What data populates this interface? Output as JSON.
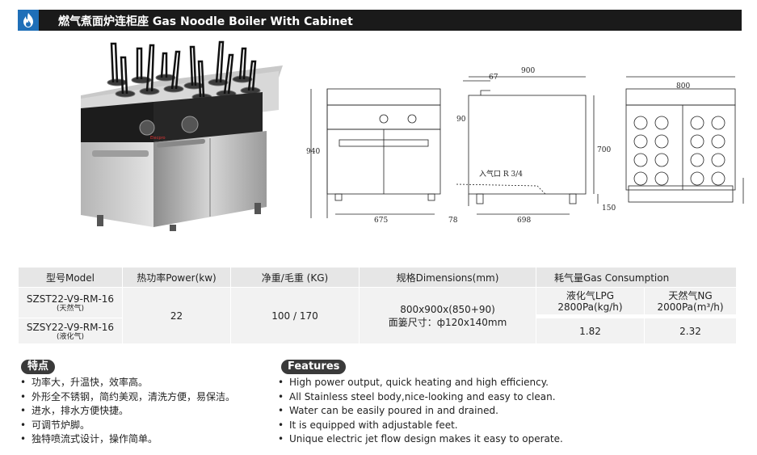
{
  "header": {
    "title": "燃气煮面炉连柜座  Gas Noodle Boiler With Cabinet",
    "accent_color": "#1f6fb8",
    "bar_color": "#1a1a1a",
    "icon": "fire-icon"
  },
  "drawing": {
    "dims": [
      "900",
      "67",
      "90",
      "940",
      "700",
      "675",
      "78",
      "698",
      "150",
      "800",
      "入气口 R 3/4"
    ]
  },
  "table": {
    "headers": [
      "型号Model",
      "热功率Power(kw)",
      "净重/毛重 (KG)",
      "规格Dimensions(mm)",
      "耗气量Gas Consumption"
    ],
    "gas_types": [
      {
        "label": "液化气LPG",
        "pressure": "2800Pa(kg/h)"
      },
      {
        "label": "天然气NG",
        "pressure": "2000Pa(m³/h)"
      }
    ],
    "models": [
      {
        "code": "SZST22-V9-RM-16",
        "note": "(天然气)"
      },
      {
        "code": "SZSY22-V9-RM-16",
        "note": "(液化气)"
      }
    ],
    "power": "22",
    "weight": "100 / 170",
    "dimensions": "800x900x(850+90)",
    "basket_size": "面篓尺寸：ф120x140mm",
    "consumption_lpg": "1.82",
    "consumption_ng": "2.32"
  },
  "features_cn": {
    "title": "特点",
    "items": [
      "功率大，升温快，效率高。",
      "外形全不锈钢，简约美观，清洗方便，易保洁。",
      "进水，排水方便快捷。",
      "可调节炉脚。",
      "独特喷流式设计，操作简单。"
    ]
  },
  "features_en": {
    "title": "Features",
    "items": [
      "High power output, quick heating and high efficiency.",
      "All Stainless steel body,nice-looking and easy to clean.",
      "Water can be easily poured in and drained.",
      "It is equipped with adjustable feet.",
      "Unique electric jet flow design makes it easy to operate."
    ]
  }
}
